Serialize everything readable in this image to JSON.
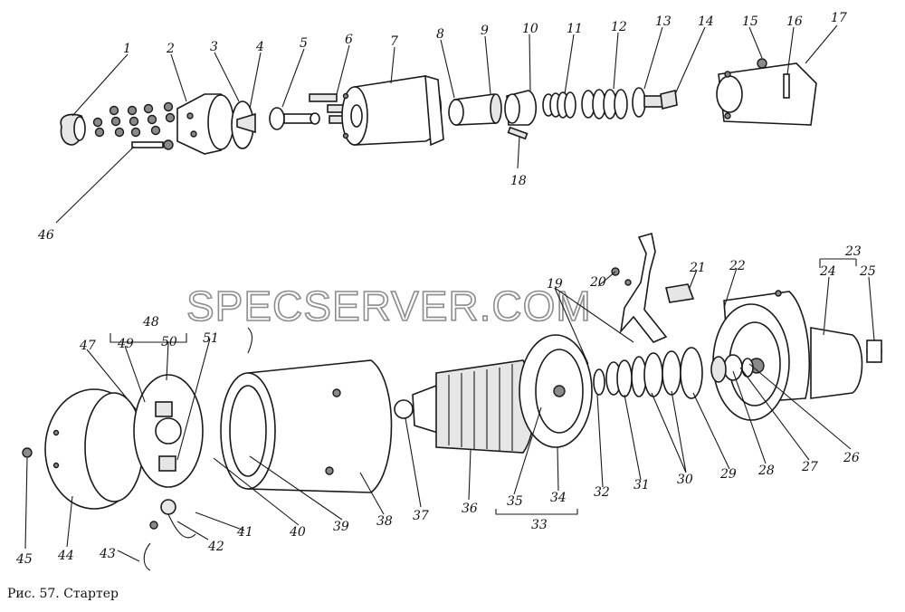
{
  "caption": "Рис. 57. Стартер",
  "watermark": "SPECSERVER.COM",
  "callouts": [
    "1",
    "2",
    "3",
    "4",
    "5",
    "6",
    "7",
    "8",
    "9",
    "10",
    "11",
    "12",
    "13",
    "14",
    "15",
    "16",
    "17",
    "18",
    "19",
    "20",
    "21",
    "22",
    "23",
    "24",
    "25",
    "26",
    "27",
    "28",
    "29",
    "30",
    "31",
    "32",
    "33",
    "34",
    "35",
    "36",
    "37",
    "38",
    "39",
    "40",
    "41",
    "42",
    "43",
    "44",
    "45",
    "46",
    "47",
    "48",
    "49",
    "50",
    "51"
  ]
}
